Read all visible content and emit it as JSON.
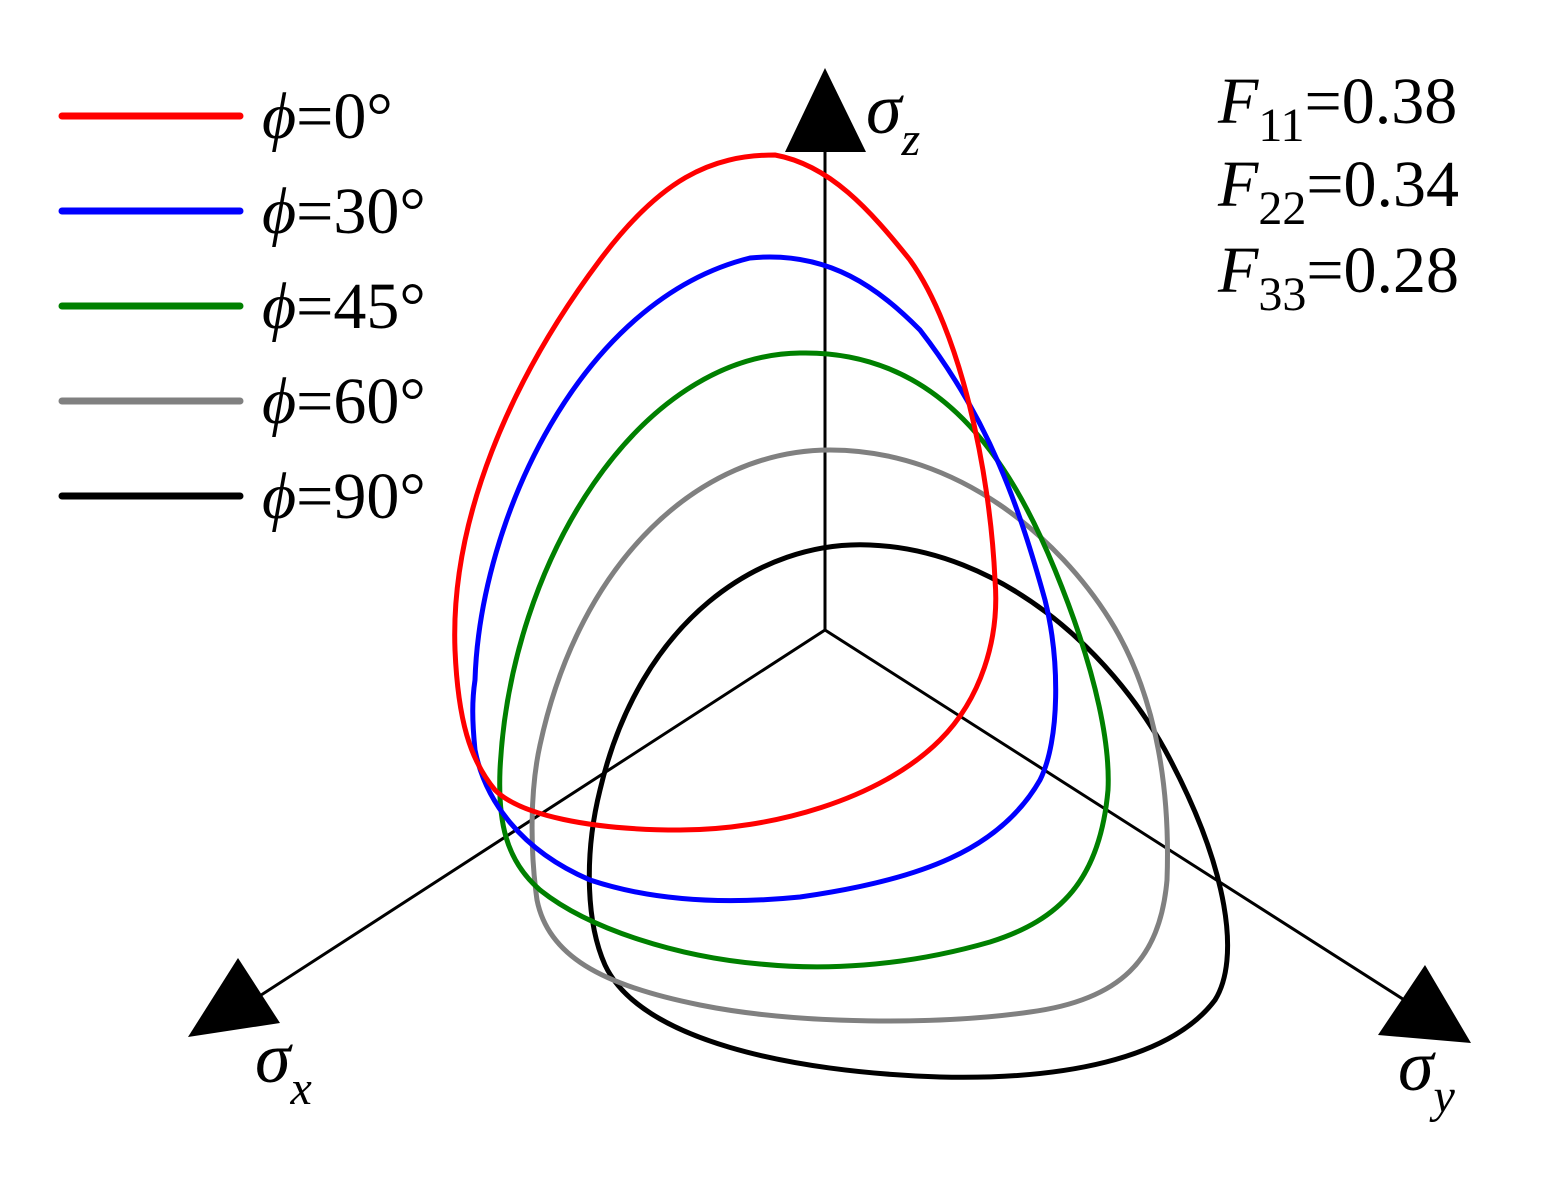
{
  "chart_data": {
    "type": "line",
    "axes": [
      {
        "key": "z",
        "symbol": "σ",
        "subscript": "z"
      },
      {
        "key": "x",
        "symbol": "σ",
        "subscript": "x"
      },
      {
        "key": "y",
        "symbol": "σ",
        "subscript": "y"
      }
    ],
    "parameters": [
      {
        "symbol": "F",
        "subscript": "11",
        "eq": "=0.38"
      },
      {
        "symbol": "F",
        "subscript": "22",
        "eq": "=0.34"
      },
      {
        "symbol": "F",
        "subscript": "33",
        "eq": "=0.28"
      }
    ],
    "series": [
      {
        "phi_symbol": "ϕ",
        "label": "=0°",
        "phi": 0,
        "color": "#ff0000"
      },
      {
        "phi_symbol": "ϕ",
        "label": "=30°",
        "phi": 30,
        "color": "#0000ff"
      },
      {
        "phi_symbol": "ϕ",
        "label": "=45°",
        "phi": 45,
        "color": "#008000"
      },
      {
        "phi_symbol": "ϕ",
        "label": "=60°",
        "phi": 60,
        "color": "#808080"
      },
      {
        "phi_symbol": "ϕ",
        "label": "=90°",
        "phi": 90,
        "color": "#000000"
      }
    ],
    "legend": "top-left"
  }
}
